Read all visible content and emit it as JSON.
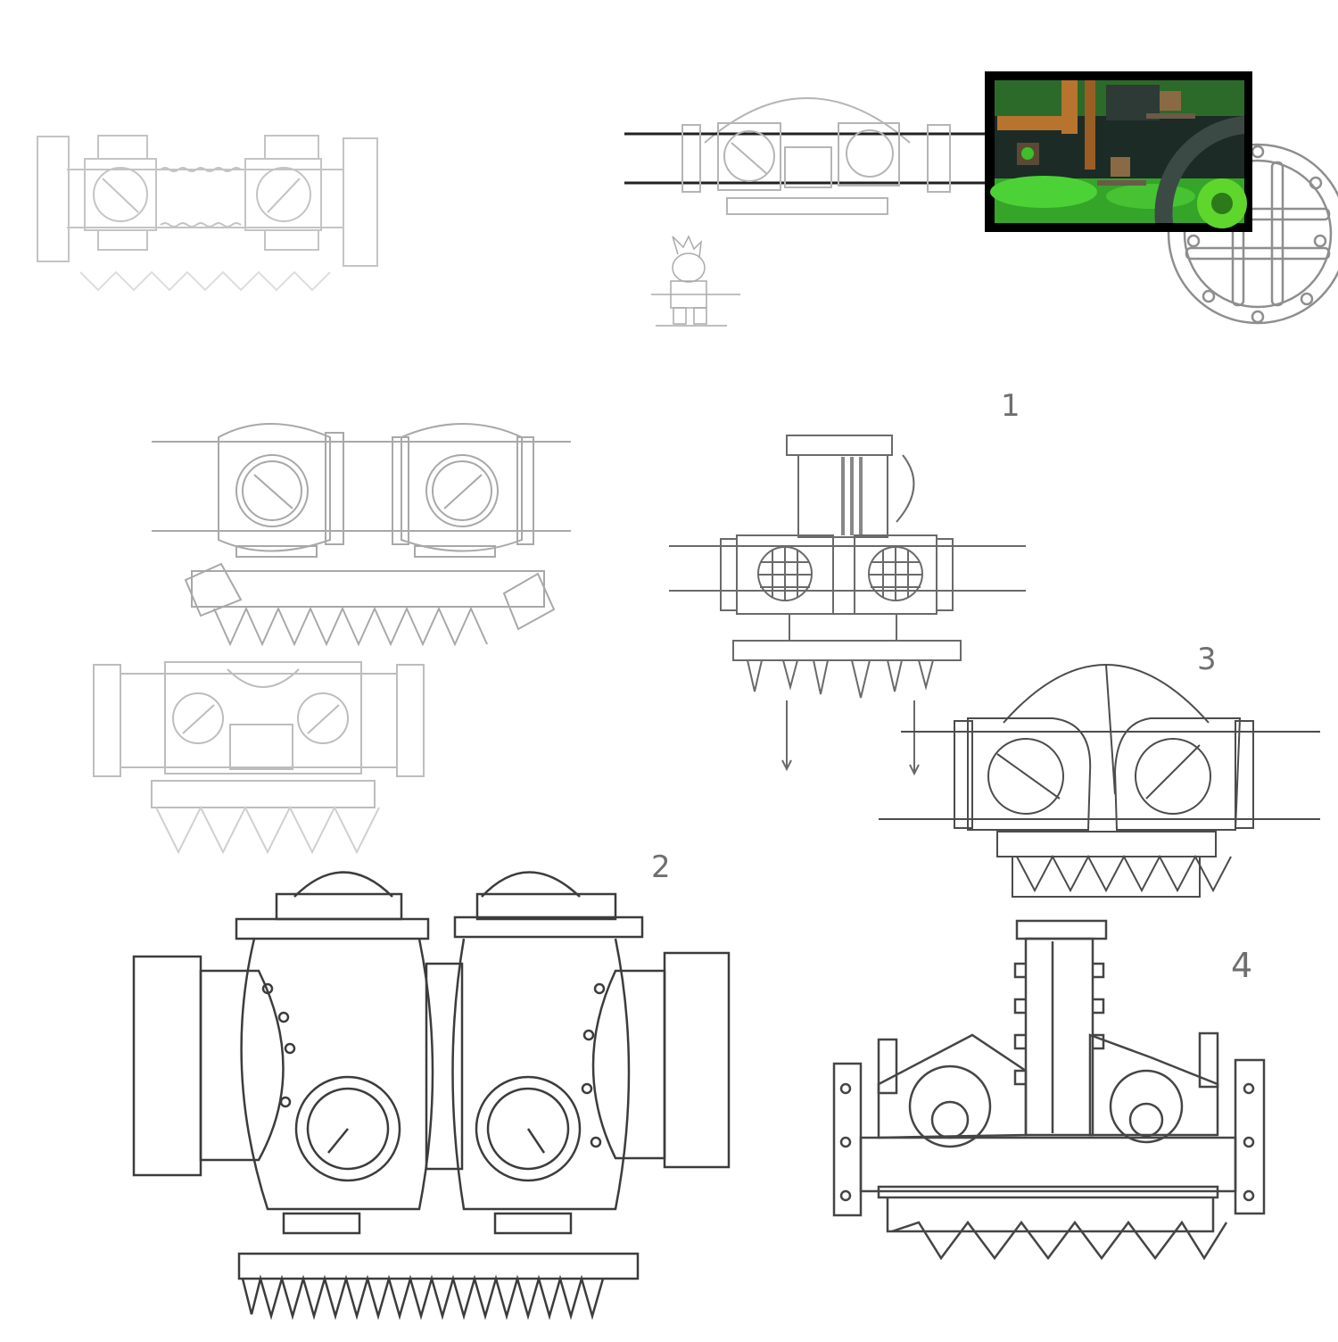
{
  "labels": {
    "one": "1",
    "two": "2",
    "three": "3",
    "four": "4"
  },
  "colors": {
    "paper": "#ffffff",
    "pencil_light": "#c8c8c8",
    "pencil_mid": "#9a9a9a",
    "pencil_dark": "#555555",
    "frame": "#000000",
    "slime_green": "#3fbf2a",
    "copper_pipe": "#b8742e",
    "stone_dark": "#1c2b26"
  }
}
